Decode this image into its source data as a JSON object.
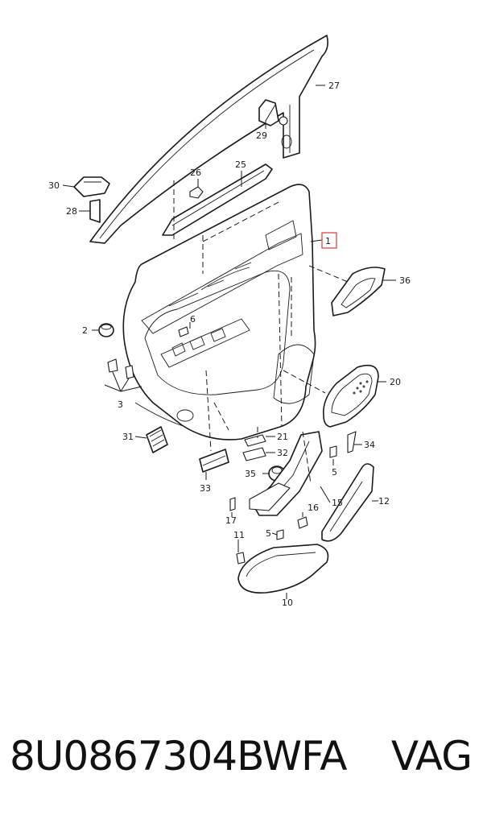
{
  "diagram": {
    "callouts": [
      "1",
      "2",
      "3",
      "5",
      "5",
      "6",
      "10",
      "11",
      "12",
      "15",
      "16",
      "17",
      "20",
      "21",
      "25",
      "26",
      "27",
      "28",
      "29",
      "30",
      "31",
      "32",
      "33",
      "34",
      "35",
      "36"
    ],
    "highlighted_callout": "1",
    "highlight_color": "#e0454b"
  },
  "footer": {
    "part_number": "8U0867304BWFA",
    "brand": "VAG"
  }
}
